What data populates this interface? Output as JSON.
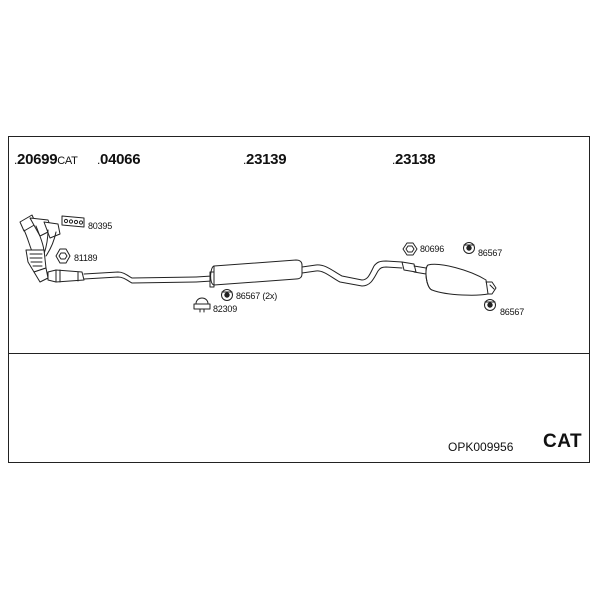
{
  "main_parts": [
    {
      "number": "20699",
      "suffix": "CAT"
    },
    {
      "number": "04066",
      "suffix": ""
    },
    {
      "number": "23139",
      "suffix": ""
    },
    {
      "number": "23138",
      "suffix": ""
    }
  ],
  "part_dot": ".",
  "accessories": {
    "a80395": "80395",
    "a81189": "81189",
    "a86567x2": "86567 (2x)",
    "a82309": "82309",
    "a80696": "80696",
    "a86567_top": "86567",
    "a86567_bottom": "86567"
  },
  "footer": {
    "code": "OPK009956",
    "category": "CAT"
  },
  "colors": {
    "line": "#222222",
    "fill": "#ffffff"
  }
}
